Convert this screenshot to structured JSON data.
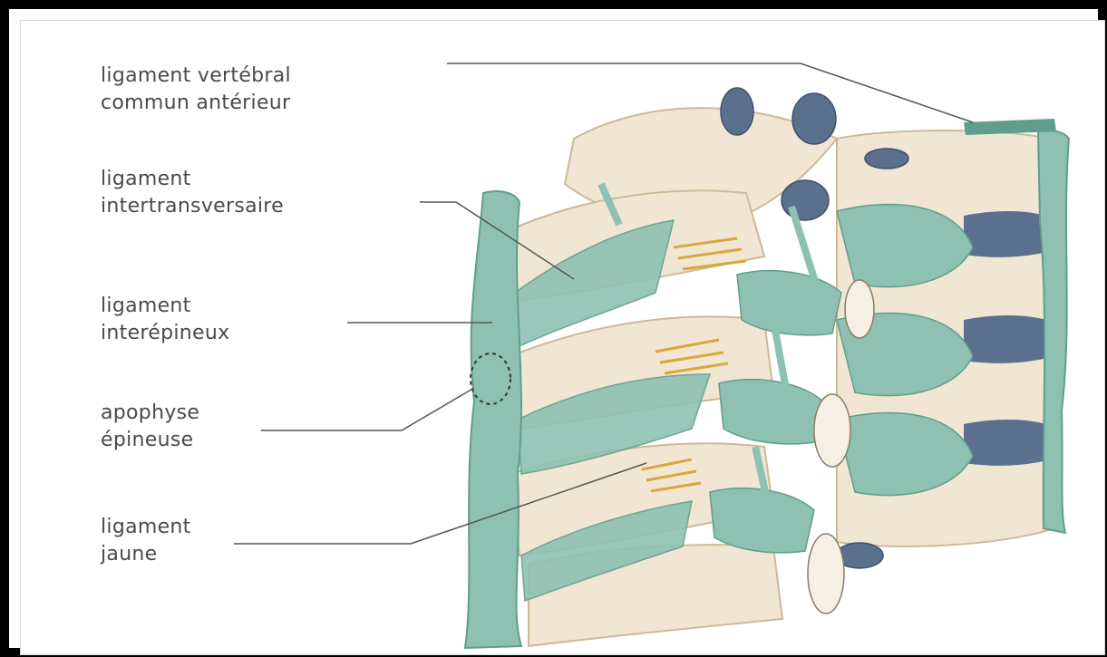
{
  "labels": [
    {
      "id": "anterior-longitudinal-ligament",
      "lines": [
        "ligament vertébral",
        "commun antérieur"
      ]
    },
    {
      "id": "intertransverse-ligament",
      "lines": [
        "ligament",
        "intertransversaire"
      ]
    },
    {
      "id": "interspinous-ligament",
      "lines": [
        "ligament",
        "interépineux"
      ]
    },
    {
      "id": "spinous-process",
      "lines": [
        "apophyse",
        "épineuse"
      ]
    },
    {
      "id": "ligamentum-flavum",
      "lines": [
        "ligament",
        "jaune"
      ]
    }
  ],
  "colors": {
    "frame": "#000000",
    "bone": "#f1e6d4",
    "bone_shadow": "#dccab0",
    "ligament": "#8fc1b2",
    "ligament_dark": "#5f9e8c",
    "disc": "#5b6f8f",
    "flavum": "#d9a73a",
    "leader_line": "#555555",
    "label_text": "#4a4a4a"
  }
}
